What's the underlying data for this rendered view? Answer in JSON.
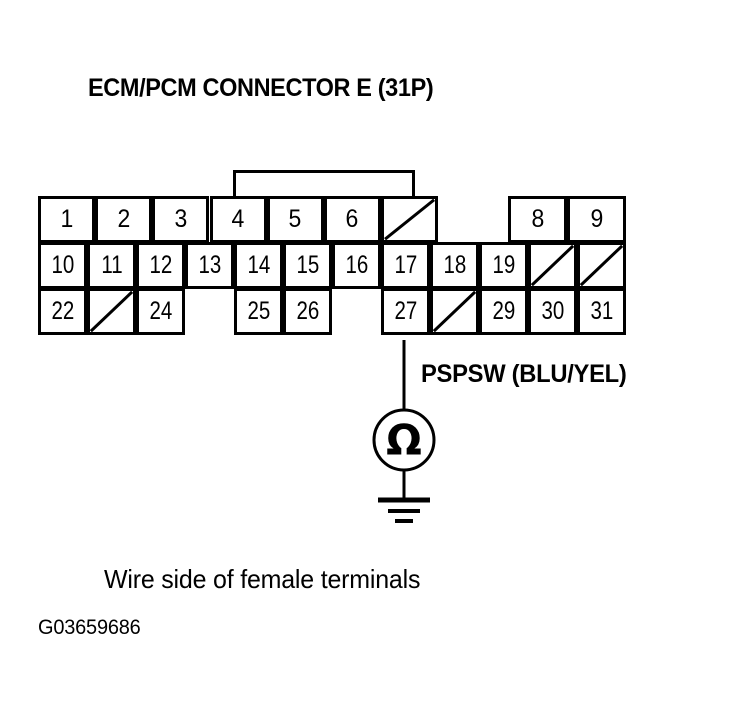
{
  "title": "ECM/PCM CONNECTOR E (31P)",
  "connector": {
    "grid_columns": 12,
    "rows": [
      {
        "name": "row-1",
        "cells": [
          {
            "label": "1",
            "col": 0,
            "span": 1.1667,
            "type": "terminal"
          },
          {
            "label": "2",
            "col": 1.1667,
            "span": 1.1667,
            "type": "terminal"
          },
          {
            "label": "3",
            "col": 2.3333,
            "span": 1.1667,
            "type": "terminal"
          },
          {
            "label": "4",
            "col": 3.5,
            "span": 1.1667,
            "type": "terminal"
          },
          {
            "label": "5",
            "col": 4.6667,
            "span": 1.1667,
            "type": "terminal"
          },
          {
            "label": "6",
            "col": 5.8333,
            "span": 1.1667,
            "type": "terminal"
          },
          {
            "label": "",
            "col": 7.0,
            "span": 1.1667,
            "type": "unused"
          },
          {
            "label": "8",
            "col": 9.6,
            "span": 1.2,
            "type": "terminal"
          },
          {
            "label": "9",
            "col": 10.8,
            "span": 1.2,
            "type": "terminal"
          }
        ]
      },
      {
        "name": "row-2",
        "cells": [
          {
            "label": "10",
            "col": 0,
            "span": 1,
            "type": "terminal"
          },
          {
            "label": "11",
            "col": 1,
            "span": 1,
            "type": "terminal"
          },
          {
            "label": "12",
            "col": 2,
            "span": 1,
            "type": "terminal"
          },
          {
            "label": "13",
            "col": 3,
            "span": 1,
            "type": "terminal"
          },
          {
            "label": "14",
            "col": 4,
            "span": 1,
            "type": "terminal"
          },
          {
            "label": "15",
            "col": 5,
            "span": 1,
            "type": "terminal"
          },
          {
            "label": "16",
            "col": 6,
            "span": 1,
            "type": "terminal"
          },
          {
            "label": "17",
            "col": 7,
            "span": 1,
            "type": "terminal"
          },
          {
            "label": "18",
            "col": 8,
            "span": 1,
            "type": "terminal"
          },
          {
            "label": "19",
            "col": 9,
            "span": 1,
            "type": "terminal"
          },
          {
            "label": "",
            "col": 10,
            "span": 1,
            "type": "unused"
          },
          {
            "label": "",
            "col": 11,
            "span": 1,
            "type": "unused"
          }
        ]
      },
      {
        "name": "row-3",
        "cells": [
          {
            "label": "22",
            "col": 0,
            "span": 1,
            "type": "terminal"
          },
          {
            "label": "",
            "col": 1,
            "span": 1,
            "type": "unused"
          },
          {
            "label": "24",
            "col": 2,
            "span": 1,
            "type": "terminal"
          },
          {
            "label": "25",
            "col": 4,
            "span": 1,
            "type": "terminal"
          },
          {
            "label": "26",
            "col": 5,
            "span": 1,
            "type": "terminal"
          },
          {
            "label": "27",
            "col": 7,
            "span": 1,
            "type": "terminal",
            "probe": true
          },
          {
            "label": "",
            "col": 8,
            "span": 1,
            "type": "unused"
          },
          {
            "label": "29",
            "col": 9,
            "span": 1,
            "type": "terminal"
          },
          {
            "label": "30",
            "col": 10,
            "span": 1,
            "type": "terminal"
          },
          {
            "label": "31",
            "col": 11,
            "span": 1,
            "type": "terminal"
          }
        ]
      }
    ]
  },
  "wire": {
    "label": "PSPSW (BLU/YEL)",
    "from_terminal": "27",
    "meter_symbol": "Ω",
    "meter_name": "ohmmeter",
    "ground": "chassis-ground"
  },
  "caption": "Wire side of female terminals",
  "figure_id": "G03659686",
  "colors": {
    "line": "#000000",
    "background": "#ffffff"
  }
}
